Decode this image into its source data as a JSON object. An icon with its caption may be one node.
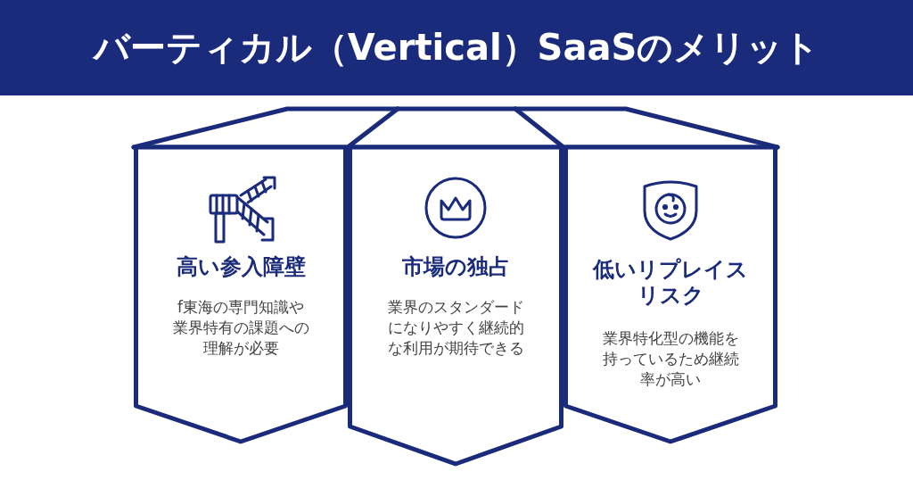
{
  "diagram": {
    "title": "バーティカル（Vertical）SaaSのメリット",
    "nodes": [
      {
        "text": [
          "高い参入障壁",
          "f東海の専門知識や業界特有の課題への理解が必要"
        ]
      },
      {
        "text": [
          "市場の独占",
          "業界のスタンダードになりやすく継続的な利用が期待できる"
        ]
      },
      {
        "text": [
          "低いリプレイスリスク",
          "業界特化型の機能を持っているため継続率が高い"
        ]
      }
    ]
  }
}
